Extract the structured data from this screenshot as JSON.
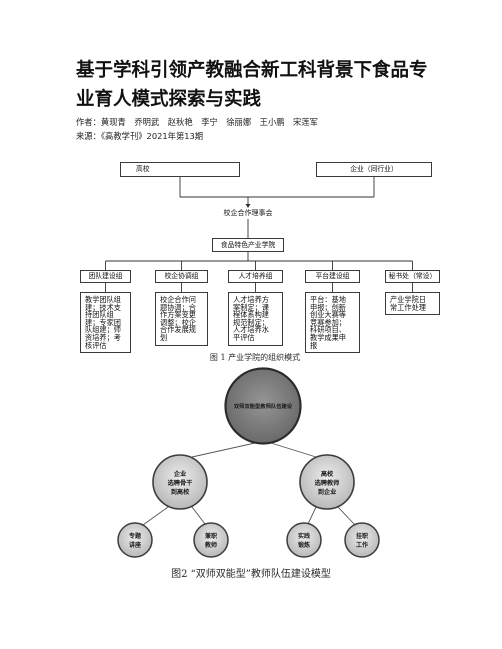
{
  "article": {
    "title": "基于学科引领产教融合新工科背景下食品专业育人模式探索与实践",
    "author_label": "作者：",
    "authors": [
      "黄现青",
      "乔明武",
      "赵秋艳",
      "李宁",
      "徐丽娜",
      "王小鹏",
      "宋莲军"
    ],
    "source_label": "来源：",
    "source": "《高教学刊》2021年第13期"
  },
  "figure1": {
    "top_left": "高校",
    "top_right": "企业（同行业）",
    "council": "校企合作理事会",
    "college": "食品特色产业学院",
    "groups": [
      {
        "name": "团队建设组",
        "duties": "教学团队组建；技术支持团队组建；专家团队组建；师资培养；考核评估"
      },
      {
        "name": "校企协调组",
        "duties": "校企合作问题协调；合作方案变更调整；校企合作发展规划"
      },
      {
        "name": "人才培养组",
        "duties": "人才培养方案制定；课程体系构建规范制定；人才培养水平评估"
      },
      {
        "name": "平台建设组",
        "duties": "平台：基地申报；创新创业大赛等竞赛参加；科研项目、教学成果申报"
      },
      {
        "name": "秘书处（常设）",
        "duties": "产业学院日常工作处理"
      }
    ],
    "caption": "图 1 产业学院的组织模式"
  },
  "figure2": {
    "core": "双师双能型教师队伍建设",
    "branches": [
      {
        "lines": [
          "企业",
          "选聘骨干",
          "到高校"
        ],
        "children": [
          [
            "专题",
            "讲座"
          ],
          [
            "兼职",
            "教师"
          ]
        ]
      },
      {
        "lines": [
          "高校",
          "选聘教师",
          "到企业"
        ],
        "children": [
          [
            "实践",
            "锻炼"
          ],
          [
            "挂职",
            "工作"
          ]
        ]
      }
    ],
    "caption": "图2 “双师双能型”教师队伍建设模型",
    "colors": {
      "core_fill": "#7f7f7f",
      "node_fill": "#d0d0d0",
      "outline": "#333333"
    }
  }
}
